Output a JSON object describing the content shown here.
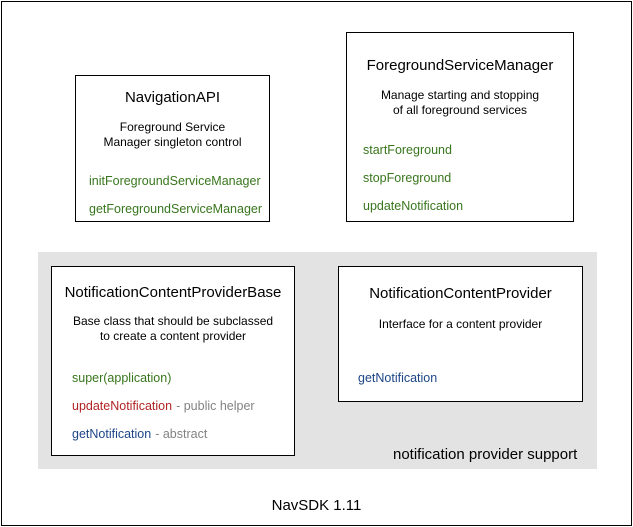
{
  "diagram": {
    "title": "NavSDK 1.11",
    "group_label": "notification provider support",
    "colors": {
      "green": "#38761d",
      "red": "#b02323",
      "blue": "#1c4587",
      "gray": "#838383",
      "group_bg": "#e3e3e3",
      "border": "#000000"
    },
    "classes": [
      {
        "name": "NavigationAPI",
        "description": [
          "Foreground Service",
          "Manager singleton control"
        ],
        "methods": [
          {
            "label": "initForegroundServiceManager",
            "color": "green",
            "annotation": ""
          },
          {
            "label": "getForegroundServiceManager",
            "color": "green",
            "annotation": ""
          }
        ]
      },
      {
        "name": "ForegroundServiceManager",
        "description": [
          "Manage starting and stopping",
          "of all foreground services"
        ],
        "methods": [
          {
            "label": "startForeground",
            "color": "green",
            "annotation": ""
          },
          {
            "label": "stopForeground",
            "color": "green",
            "annotation": ""
          },
          {
            "label": "updateNotification",
            "color": "green",
            "annotation": ""
          }
        ]
      },
      {
        "name": "NotificationContentProviderBase",
        "description": [
          "Base class that should be subclassed",
          "to create a content provider"
        ],
        "methods": [
          {
            "label": "super(application)",
            "color": "green",
            "annotation": ""
          },
          {
            "label": "updateNotification",
            "color": "red",
            "annotation": "- public helper"
          },
          {
            "label": "getNotification",
            "color": "blue",
            "annotation": "- abstract"
          }
        ]
      },
      {
        "name": "NotificationContentProvider",
        "description": [
          "Interface for a content provider"
        ],
        "methods": [
          {
            "label": "getNotification",
            "color": "blue",
            "annotation": ""
          }
        ]
      }
    ]
  }
}
